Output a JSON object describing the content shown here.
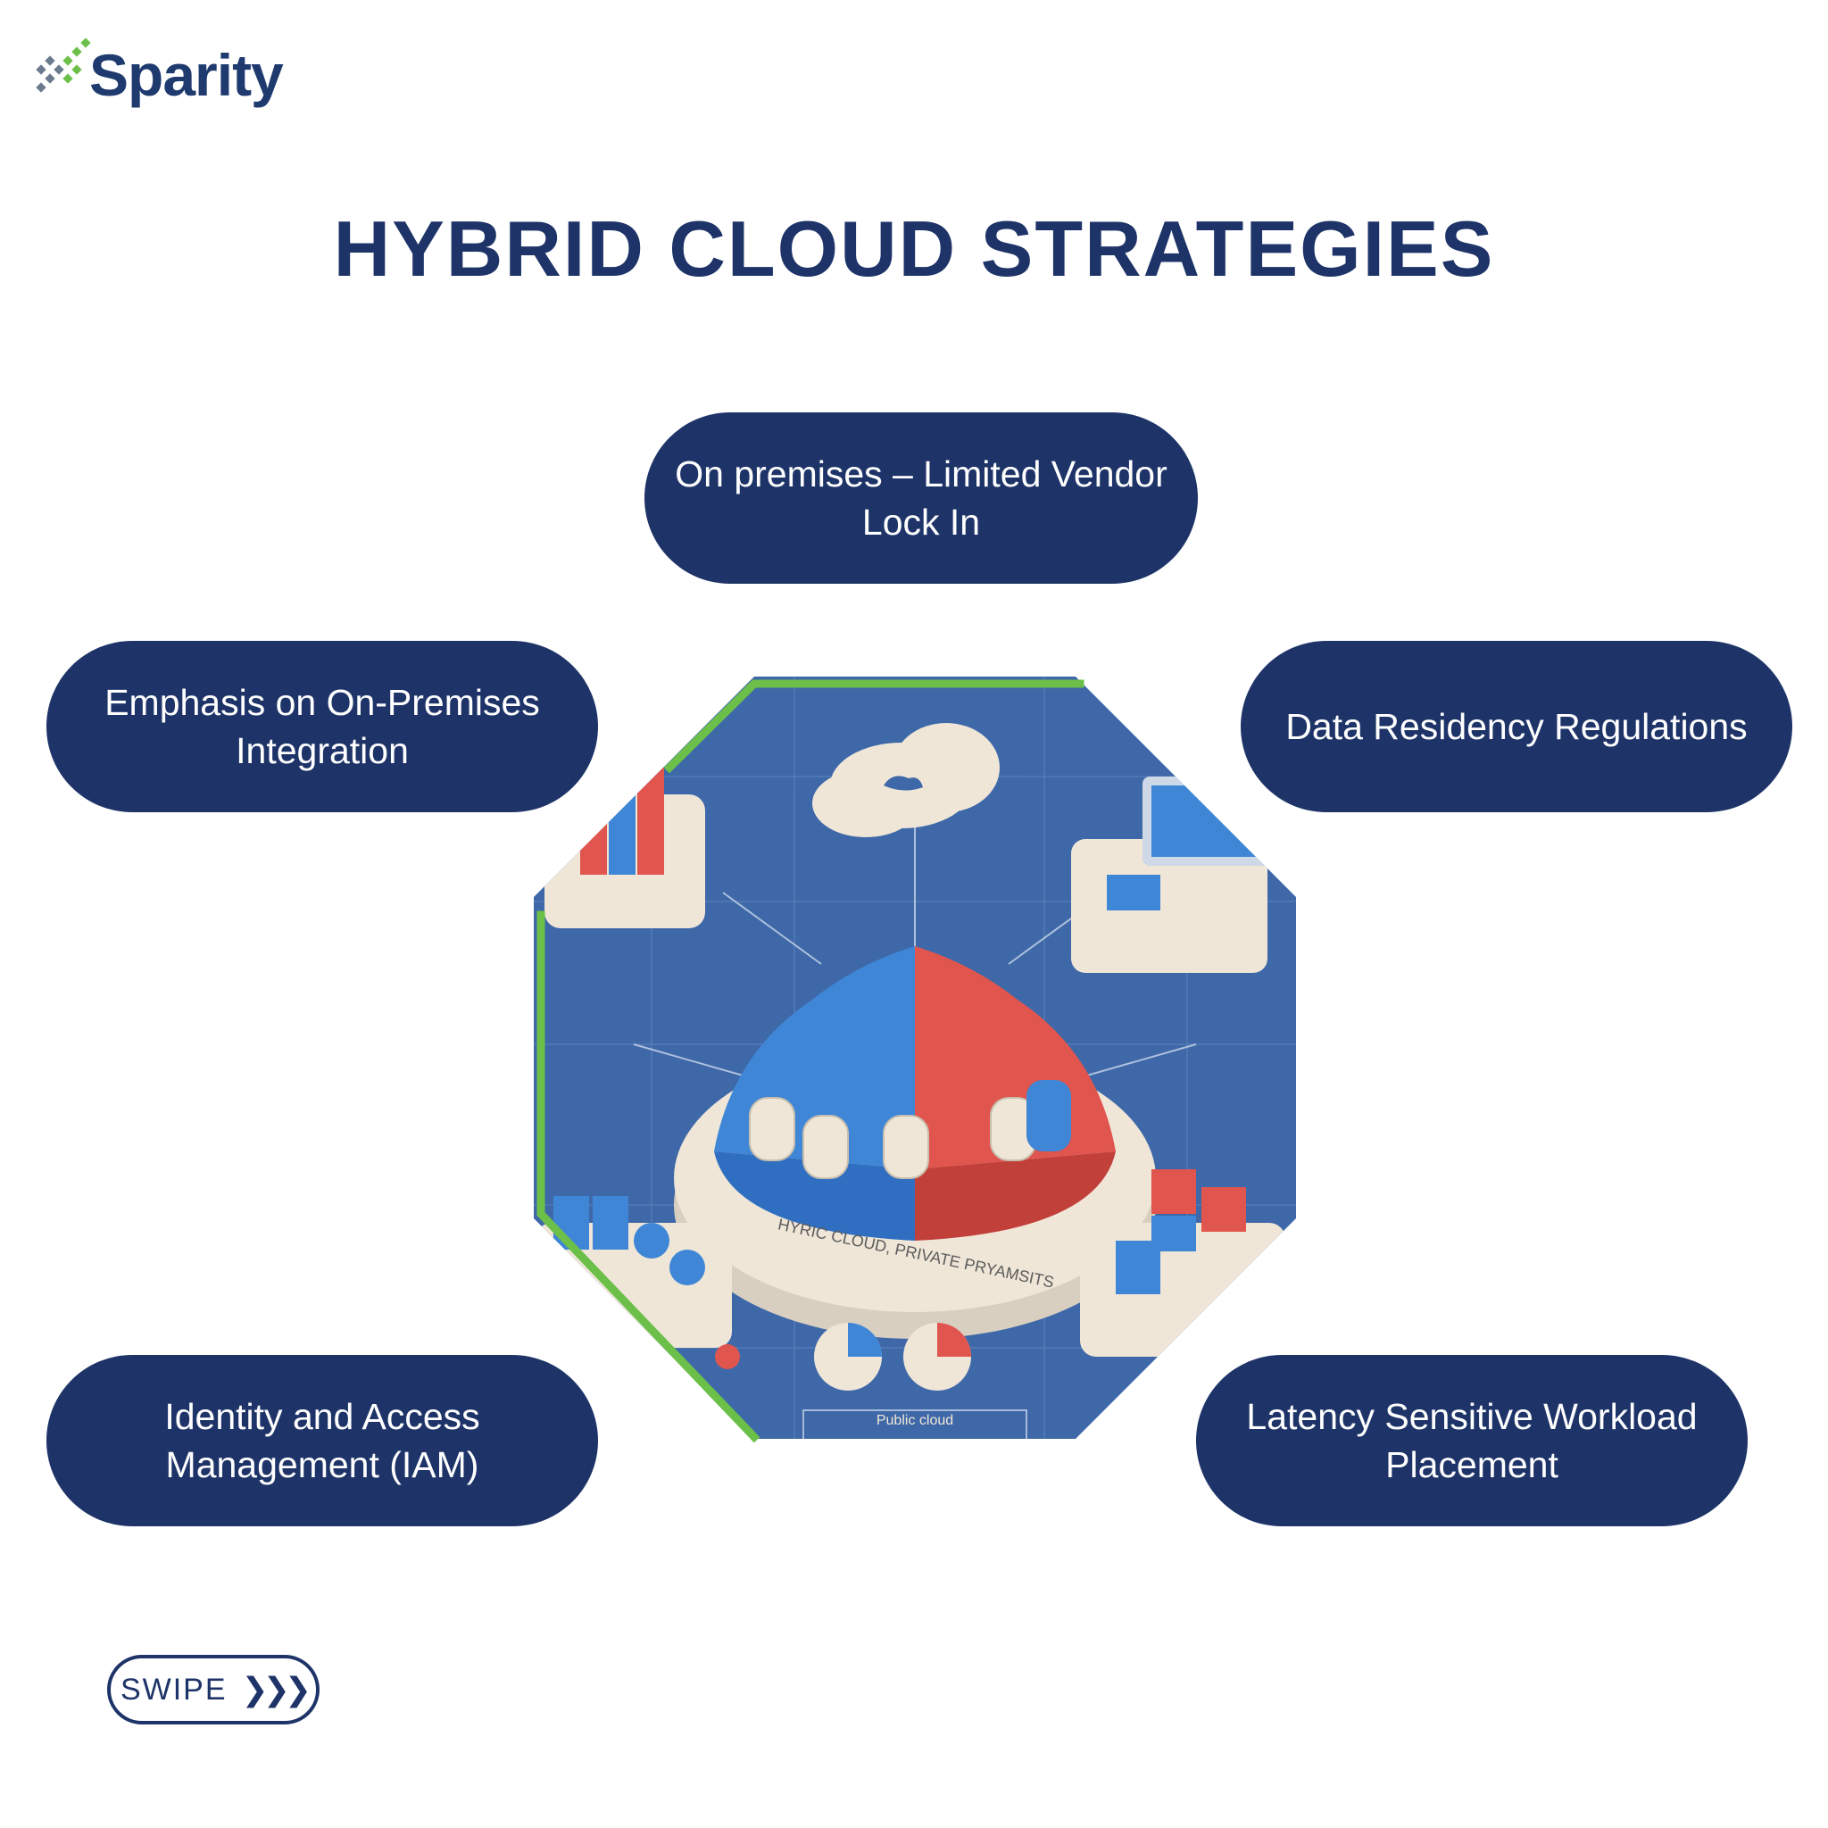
{
  "brand": {
    "name": "Sparity"
  },
  "title": "HYBRID CLOUD STRATEGIES",
  "strategies": [
    {
      "label": "On premises – Limited Vendor Lock In"
    },
    {
      "label": "Emphasis on On-Premises Integration"
    },
    {
      "label": "Data Residency Regulations"
    },
    {
      "label": "Identity and Access Management (IAM)"
    },
    {
      "label": "Latency Sensitive Workload Placement"
    }
  ],
  "illustration": {
    "center_label": "HYRIC CLOUD, PRIVATE PRYAMSITS",
    "bottom_label": "Public cloud",
    "colors": {
      "background": "#3e68a8",
      "blue": "#3f86d6",
      "red": "#e0554e",
      "frame": "#6cc04a",
      "cream": "#efe6d8"
    }
  },
  "colors": {
    "navy": "#1e3468",
    "accent_green": "#6cc04a"
  },
  "swipe": {
    "label": "SWIPE",
    "icon": "chevrons-right-icon"
  }
}
